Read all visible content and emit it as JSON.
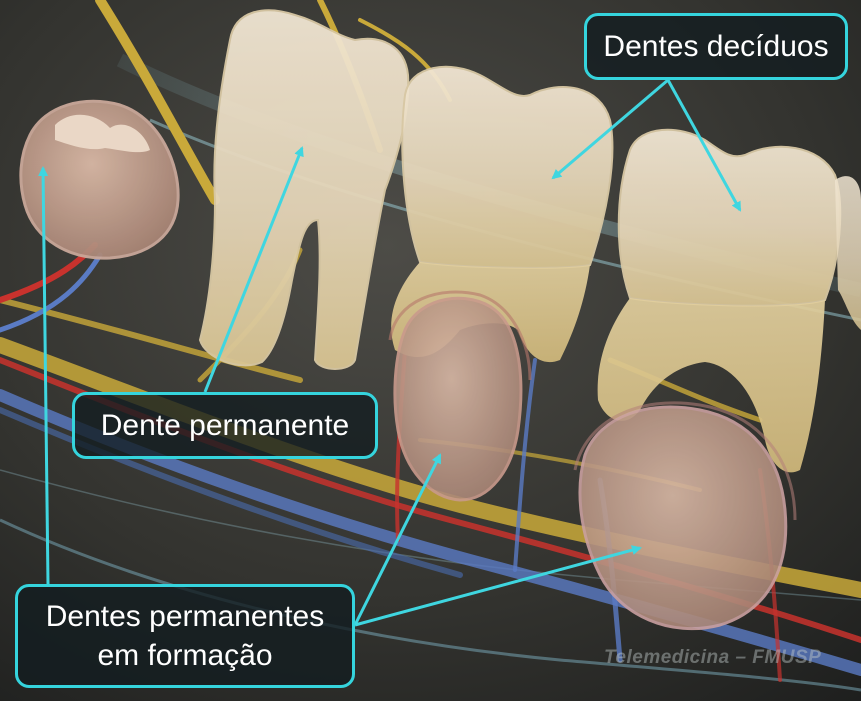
{
  "labels": {
    "deciduous_teeth": "Dentes decíduos",
    "permanent_tooth": "Dente permanente",
    "forming_line1": "Dentes permanentes",
    "forming_line2": "em formação"
  },
  "watermark": "Telemedicina – FMUSP",
  "colors": {
    "background": "#30302d",
    "tooth": "#e8dcc4",
    "nerve": "#c9a93a",
    "artery": "#c8322d",
    "vein": "#5a7bc4",
    "callout_border": "#35d4dd",
    "arrow": "#3fd6e0"
  }
}
